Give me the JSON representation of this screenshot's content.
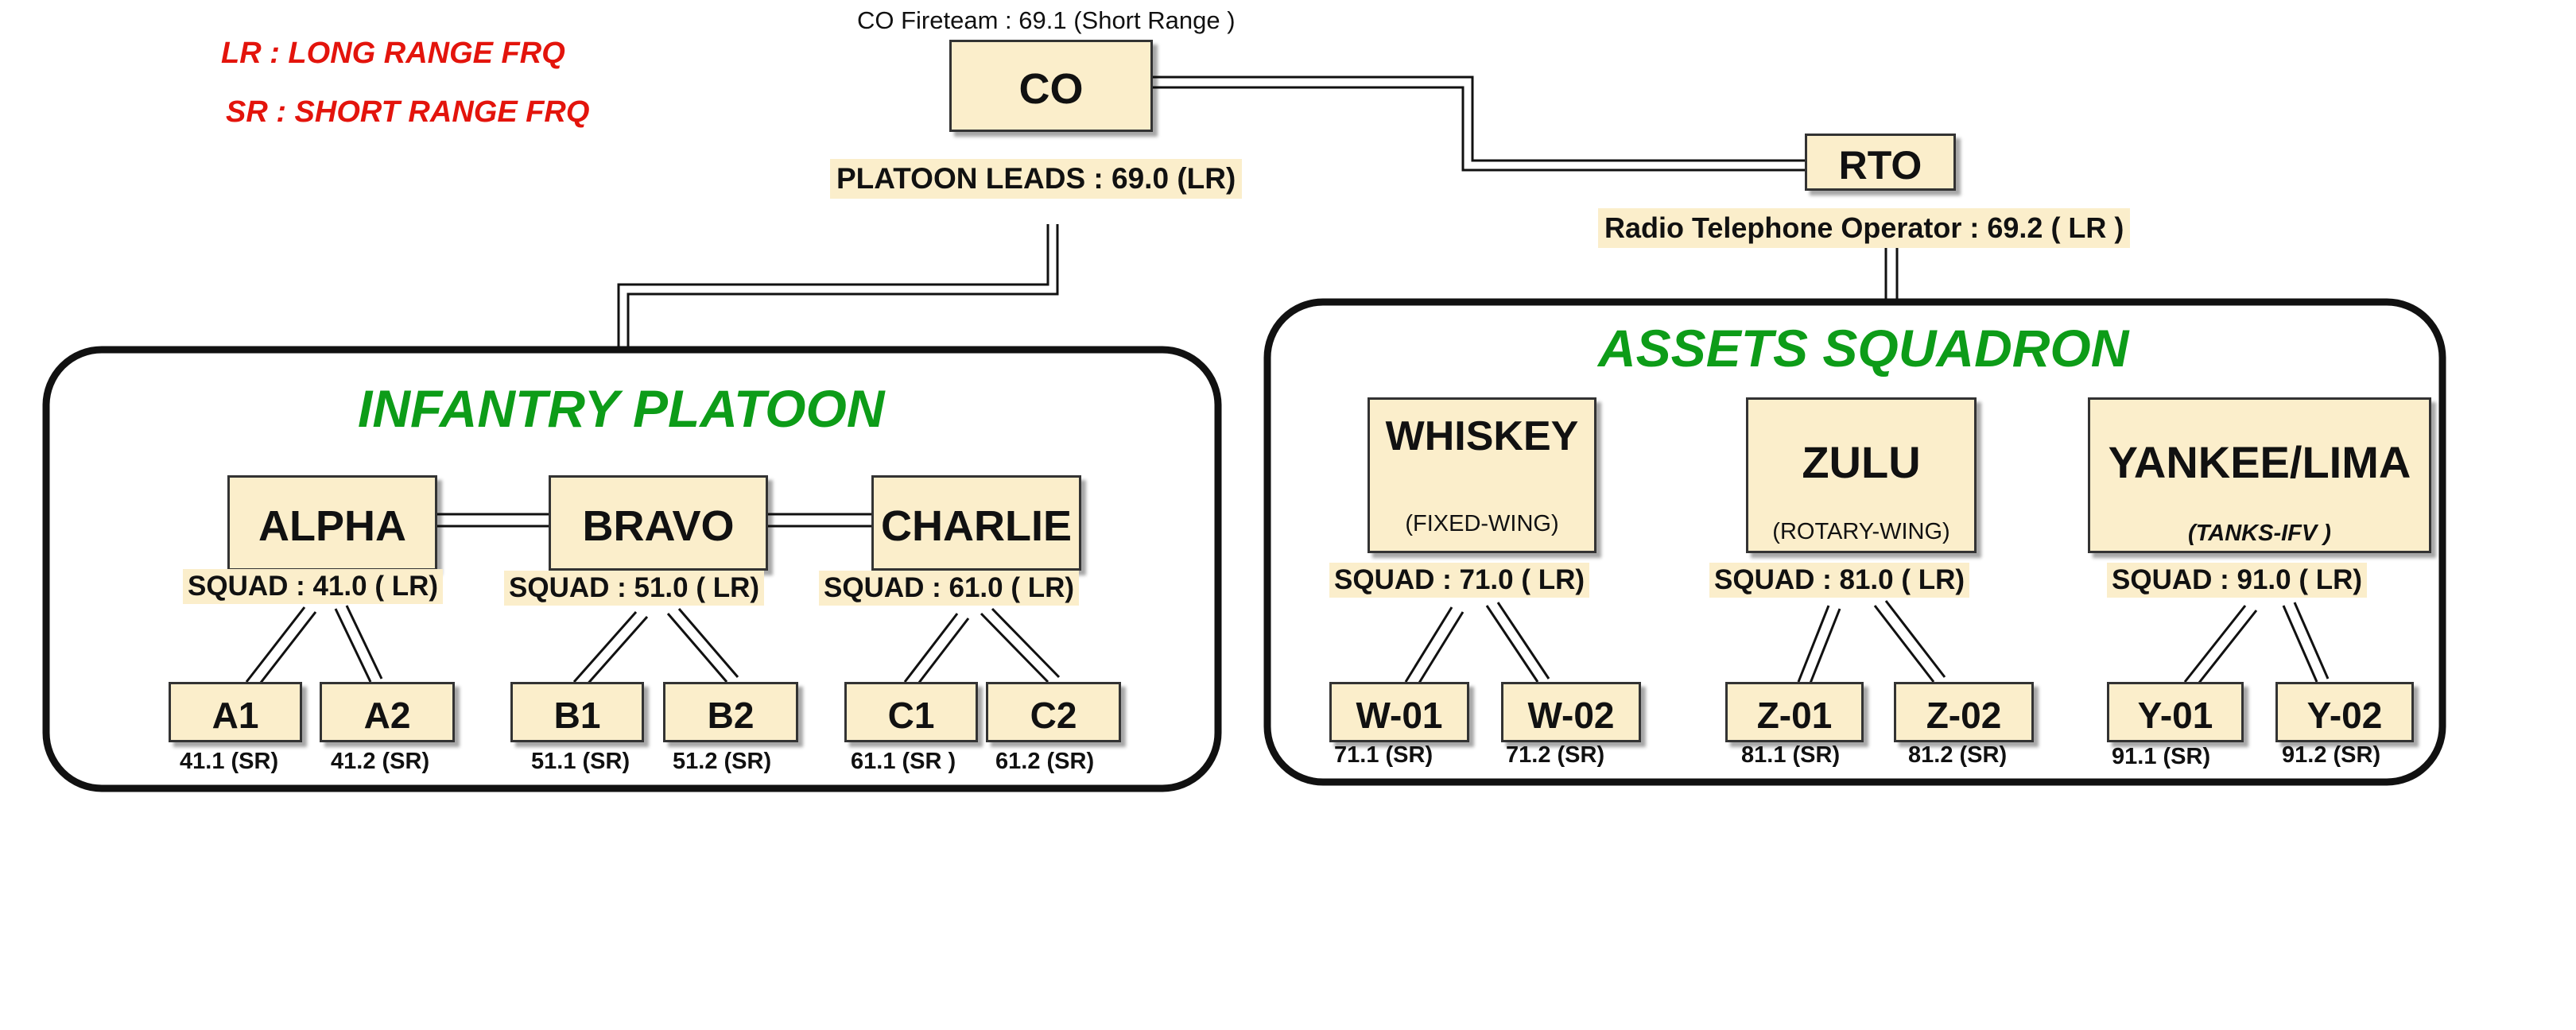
{
  "legend": {
    "lr": "LR : LONG RANGE FRQ",
    "sr": "SR : SHORT RANGE FRQ"
  },
  "co": {
    "fireteam": "CO Fireteam : 69.1 (Short Range )",
    "label": "CO",
    "platoon_leads": "PLATOON LEADS : 69.0 (LR)"
  },
  "rto": {
    "label": "RTO",
    "caption": "Radio Telephone Operator : 69.2 ( LR )"
  },
  "infantry": {
    "title": "INFANTRY PLATOON",
    "squads": [
      {
        "label": "ALPHA",
        "freq": "SQUAD : 41.0 ( LR)",
        "teams": [
          {
            "label": "A1",
            "freq": "41.1 (SR)"
          },
          {
            "label": "A2",
            "freq": "41.2 (SR)"
          }
        ]
      },
      {
        "label": "BRAVO",
        "freq": "SQUAD : 51.0 ( LR)",
        "teams": [
          {
            "label": "B1",
            "freq": "51.1 (SR)"
          },
          {
            "label": "B2",
            "freq": "51.2 (SR)"
          }
        ]
      },
      {
        "label": "CHARLIE",
        "freq": "SQUAD : 61.0 ( LR)",
        "teams": [
          {
            "label": "C1",
            "freq": "61.1 (SR )"
          },
          {
            "label": "C2",
            "freq": "61.2 (SR)"
          }
        ]
      }
    ]
  },
  "assets": {
    "title": "ASSETS SQUADRON",
    "squads": [
      {
        "label": "WHISKEY",
        "sub": "(FIXED-WING)",
        "freq": "SQUAD : 71.0 ( LR)",
        "teams": [
          {
            "label": "W-01",
            "freq": "71.1 (SR)"
          },
          {
            "label": "W-02",
            "freq": "71.2 (SR)"
          }
        ]
      },
      {
        "label": "ZULU",
        "sub": "(ROTARY-WING)",
        "freq": "SQUAD : 81.0 ( LR)",
        "teams": [
          {
            "label": "Z-01",
            "freq": "81.1 (SR)"
          },
          {
            "label": "Z-02",
            "freq": "81.2 (SR)"
          }
        ]
      },
      {
        "label": "YANKEE/LIMA",
        "sub": "(TANKS-IFV )",
        "freq": "SQUAD : 91.0 ( LR)",
        "teams": [
          {
            "label": "Y-01",
            "freq": "91.1 (SR)"
          },
          {
            "label": "Y-02",
            "freq": "91.2 (SR)"
          }
        ]
      }
    ]
  }
}
